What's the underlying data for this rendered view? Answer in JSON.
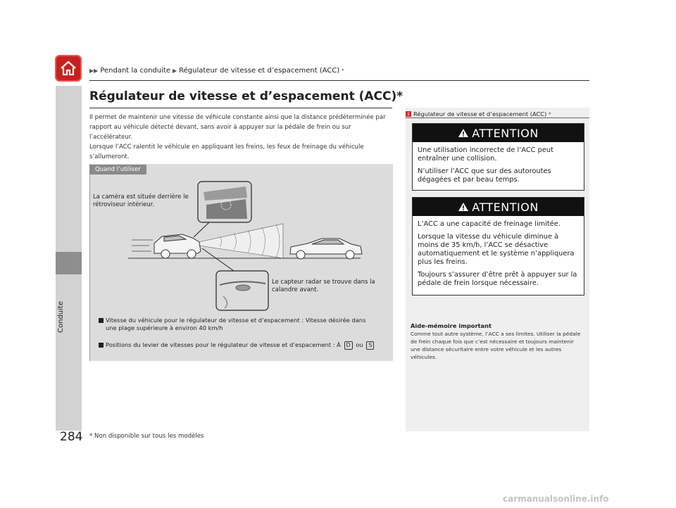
{
  "breadcrumb": {
    "items": [
      "Pendant la conduite",
      "Régulateur de vitesse et d’espacement (ACC)"
    ],
    "asterisk": "*"
  },
  "section_label": "Conduite",
  "page": {
    "title": "Régulateur de vitesse et d’espacement (ACC)",
    "title_asterisk": "*",
    "number": "284"
  },
  "intro": {
    "p1": "Il permet de maintenir une vitesse de véhicule constante ainsi que la distance prédéterminée par rapport au véhicule détecté devant, sans avoir à appuyer sur la pédale de frein ou sur l’accélérateur.",
    "p2": "Lorsque l’ACC ralentit le véhicule en appliquant les freins, les feux de freinage du véhicule s’allumeront."
  },
  "usage": {
    "tab": "Quand l’utiliser",
    "camera_callout": "La caméra est située derrière le rétroviseur intérieur.",
    "radar_callout": "Le capteur radar se trouve dans la calandre avant.",
    "bullet1": "Vitesse du véhicule pour le régulateur de vitesse et d’espacement : Vitesse désirée dans une plage supérieure à environ 40 km/h",
    "bullet2_text": "Positions du levier de vitesses pour le régulateur de vitesse et d’espacement : À",
    "bullet2_or": "ou",
    "key_d": "D",
    "key_s": "S"
  },
  "notes": {
    "header_num": "1",
    "header": "Régulateur de vitesse et d’espacement (ACC)",
    "header_asterisk": "*",
    "warning1": {
      "label": "ATTENTION",
      "lines": [
        "Une utilisation incorrecte de l’ACC peut entraîner une collision.",
        "N’utiliser l’ACC que sur des autoroutes dégagées et par beau temps."
      ]
    },
    "warning2": {
      "label": "ATTENTION",
      "lines": [
        "L’ACC a une capacité de freinage limitée.",
        "Lorsque la vitesse du véhicule diminue à moins de 35 km/h, l’ACC se désactive automatiquement et le système n’appliquera plus les freins.",
        "Toujours s’assurer d’être prêt à appuyer sur la pédale de frein lorsque nécessaire."
      ]
    },
    "memo_title": "Aide-mémoire important",
    "memo_text": "Comme tout autre système, l’ACC a ses limites. Utiliser la pédale de frein chaque fois que c’est nécessaire et toujours maintenir une distance sécuritaire entre votre véhicule et les autres véhicules."
  },
  "footnote": "* Non disponible sur tous les modèles",
  "watermark": "carmanualsonline.info",
  "colors": {
    "home_red": "#c8201f",
    "warning_black": "#111111",
    "panel_gray": "#dcdcdc"
  },
  "icons": {
    "home": "home-icon",
    "arrow": "triangle-right-icon",
    "warning": "warning-triangle-icon"
  }
}
